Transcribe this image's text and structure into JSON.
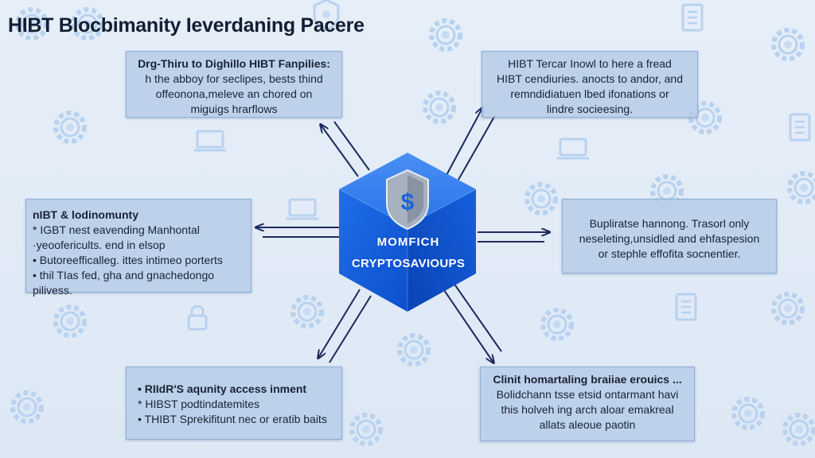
{
  "title": "HIBT Blocbimanity Ieverdaning Pacere",
  "hub": {
    "line1": "MOMFICH",
    "line2": "CRYPTOSAVIOUPS",
    "shield_symbol": "$",
    "cube_color": "#1565e0",
    "shield_color": "#9aa4b3"
  },
  "boxes": {
    "top_left": {
      "lines": [
        "Drg-Thiru to Dighillo HIBT Fanpilies:",
        "h the abboy for seclipes, bests thind",
        "offeonona,meleve an chored on",
        "miguigs hrarflows"
      ]
    },
    "top_right": {
      "lines": [
        "HIBT Tercar Inowl to here a fread",
        "HIBT cendiuries. anocts to andor,  and",
        "remndidiatuen lbed ifonations or",
        "lindre socieesing."
      ]
    },
    "mid_left": {
      "lines": [
        "nIBT & lodinomunty",
        "* IGBT nest eavending Manhontal",
        "·yeoofericults. end in elsop",
        "• Butoreefficalleg. ittes intimeo porterts",
        "• thil TIas fed, gha and gnachedongo",
        "pilivess."
      ]
    },
    "mid_right": {
      "lines": [
        "Bupliratse hannong. Trasorl only",
        "neseleting,unsidled and ehfaspesion",
        "or stephle effofita socnentier."
      ]
    },
    "bottom_left": {
      "lines": [
        "• RIIdR'S aqunity access inment",
        "* HIBST podtindatemites",
        "• THIBT Sprekifitunt nec or eratib baits"
      ]
    },
    "bottom_right": {
      "lines": [
        "Clinit homartaling braiiae erouics ...",
        "Bolidchann tsse etsid ontarmant havi",
        "this holveh ing arch aloar emakreal",
        "allats aleoue paotin"
      ]
    }
  },
  "colors": {
    "background": "#e2ebf6",
    "box_fill": "#b6cde8",
    "box_border": "#8fb0d6",
    "arrow": "#1b2a5e",
    "bg_icon": "#b8d2ef"
  },
  "icons": [
    "gear-icon",
    "document-icon",
    "shield-check-icon",
    "laptop-icon",
    "lock-icon",
    "coin-icon"
  ]
}
